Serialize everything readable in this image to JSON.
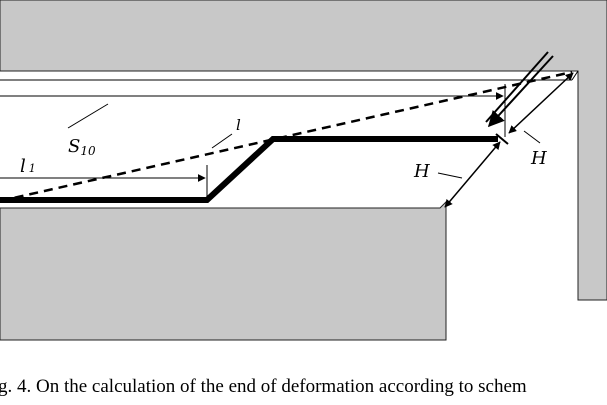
{
  "figure": {
    "labels": {
      "s10_main": "S",
      "s10_sub": "10",
      "l1_main": "l",
      "l1_sub": "1",
      "l": "l",
      "h_left": "H",
      "h_right": "H"
    },
    "caption": "g. 4. On the calculation of the end of deformation according to schem"
  },
  "colors": {
    "die_fill": "#c8c8c8",
    "line": "#000000",
    "background": "#ffffff"
  }
}
